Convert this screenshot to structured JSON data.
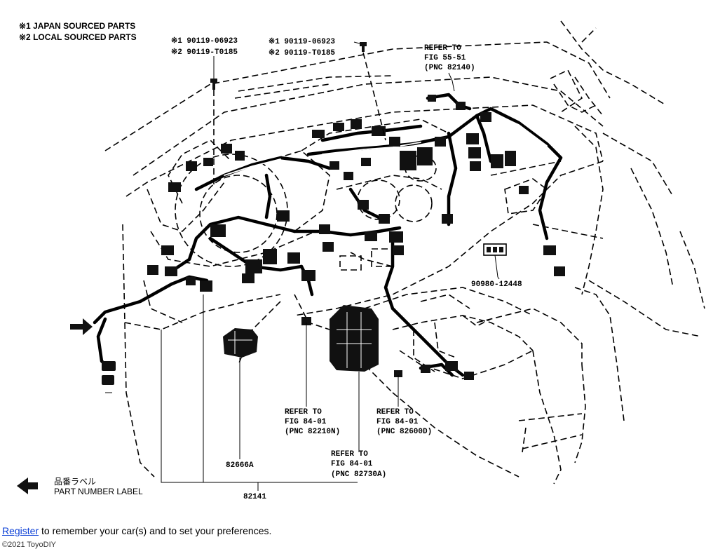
{
  "legend": {
    "japan": "※1 JAPAN SOURCED PARTS",
    "local": "※2 LOCAL SOURCED PARTS"
  },
  "callouts": {
    "bolt_left_1": "※1 90119-06923",
    "bolt_left_2": "※2 90119-T0185",
    "bolt_mid_1": "※1 90119-06923",
    "bolt_mid_2": "※2 90119-T0185",
    "refer_top": [
      "REFER TO",
      "FIG 55-51",
      "(PNC 82140)"
    ],
    "relay_part": "90980-12448",
    "refer_a": [
      "REFER TO",
      "FIG 84-01",
      "(PNC 82210N)"
    ],
    "refer_b": [
      "REFER TO",
      "FIG 84-01",
      "(PNC 82600D)"
    ],
    "refer_c": [
      "REFER TO",
      "FIG 84-01",
      "(PNC 82730A)"
    ],
    "part_82666a": "82666A",
    "part_82141": "82141",
    "pn_label_jp": "品番ラベル",
    "pn_label_en": "PART NUMBER LABEL"
  },
  "footer": {
    "register_link": "Register",
    "register_text": " to remember your car(s) and to set your preferences.",
    "copyright": "©2021 ToyoDIY"
  }
}
